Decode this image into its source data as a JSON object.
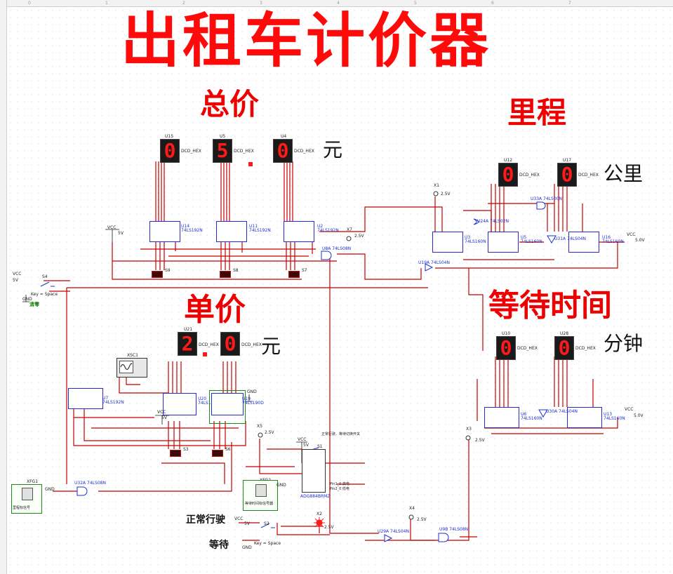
{
  "title": "出租车计价器",
  "sections": {
    "total_price": "总价",
    "mileage": "里程",
    "unit_price": "单价",
    "wait_time": "等待时间"
  },
  "units": {
    "yuan_total": "元",
    "km": "公里",
    "yuan_unit": "元",
    "minute": "分钟"
  },
  "switch_labels": {
    "normal": "正常行驶",
    "wait": "等待",
    "clear": "清零"
  },
  "displays": {
    "total": [
      {
        "ref": "U15",
        "digit": "0"
      },
      {
        "ref": "U5",
        "digit": "5"
      },
      {
        "ref": "U4",
        "digit": "0"
      }
    ],
    "mileage": [
      {
        "ref": "U12",
        "digit": "0"
      },
      {
        "ref": "U17",
        "digit": "0"
      }
    ],
    "unit": [
      {
        "ref": "U21",
        "digit": "2"
      },
      {
        "ref": "",
        "digit": "0"
      }
    ],
    "wait": [
      {
        "ref": "U10",
        "digit": "0"
      },
      {
        "ref": "U28",
        "digit": "0"
      }
    ],
    "display_type": "DCD_HEX"
  },
  "chips": {
    "total_counters": [
      "U14 74LS192N",
      "U11 74LS192N",
      "U2 74LS192N"
    ],
    "mileage_counters": [
      "U3 74LS160N",
      "U5 74LS160N",
      "U16 74LS160N"
    ],
    "unit_counters": [
      "U7 74LS192N",
      "U20 74LS190D",
      "U19 74LS190D"
    ],
    "wait_counters": [
      "U6 74LS160N",
      "U13 74LS160N"
    ]
  },
  "gates": {
    "u24a": "U24A 74LS02N",
    "u33a": "U33A 74LS00N",
    "u31a": "U31A 74LS04N",
    "u8a": "U8A 74LS08N",
    "u19a": "U19A 74LS04N",
    "u30a": "U30A 74LS04N",
    "u32a": "U32A 74LS08N",
    "u29a": "U29A 74LS04N",
    "u9b": "U9B 74LS08N"
  },
  "switches": {
    "s9": "S9",
    "s8": "S8",
    "s7": "S7",
    "s3": "S3",
    "s6": "S6",
    "s4": "S4",
    "s4_key": "Key = Space",
    "s2": "S2",
    "s2_key": "Key = Space",
    "s1": "S1"
  },
  "power": {
    "vcc": "VCC",
    "v5": "5V",
    "v5_0": "5.0V",
    "v2_5": "2.5V",
    "gnd": "GND"
  },
  "probes": [
    "X1",
    "X7",
    "X3",
    "X5",
    "X4",
    "X2"
  ],
  "instruments": {
    "xsc1": "XSC1",
    "xfg1": "XFG1",
    "xfg1_label": "里程标信号",
    "xfg2": "XFG2",
    "xfg2_label": "等待时间标信号器"
  },
  "notes": {
    "s1_note": "正常行驶、等待切换开关",
    "s1_part": "ADG884BRMZ",
    "pin1": "Pin1_0 高电",
    "pin2": "Pin2_0 低电"
  }
}
